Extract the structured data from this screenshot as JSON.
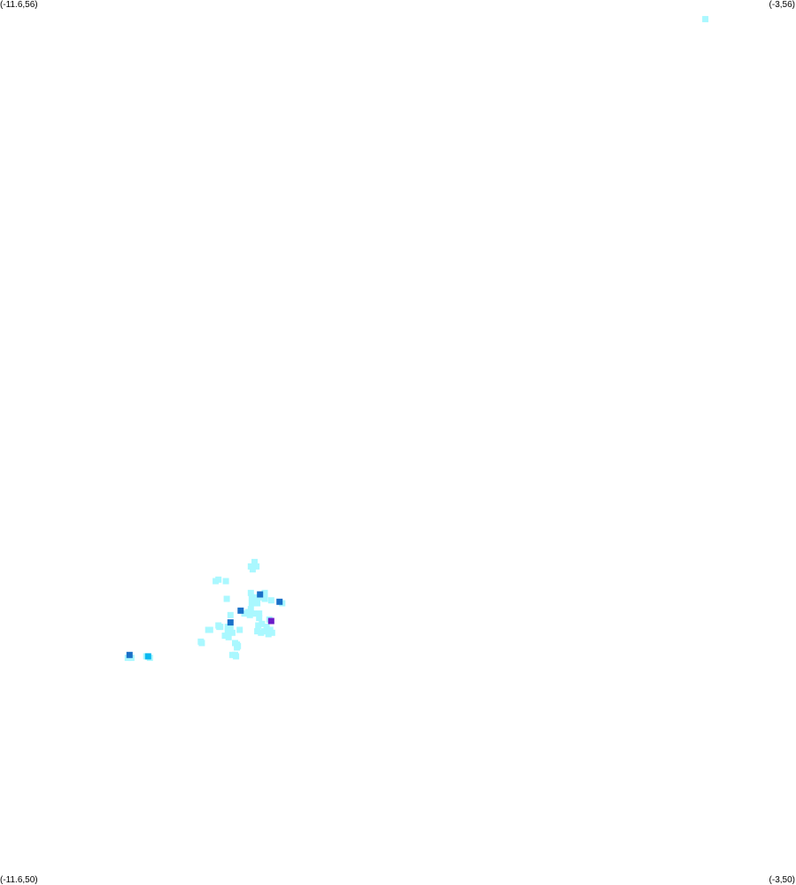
{
  "corners": {
    "top_left": "(-11.6,56)",
    "top_right": "(-3,56)",
    "bottom_left": "(-11.6,50)",
    "bottom_right": "(-3,50)"
  },
  "extent": {
    "lon_min": -11.6,
    "lon_max": -3,
    "lat_min": 50,
    "lat_max": 56
  },
  "colors": {
    "background": "#ffffff",
    "level_low": "#aaf8ff",
    "level_mid": "#0ab8f0",
    "level_high": "#1a70c8",
    "level_max": "#6a1ac8"
  },
  "points": [
    {
      "lon": -3.98,
      "lat": 55.87,
      "level": "low"
    },
    {
      "lon": -8.85,
      "lat": 52.19,
      "level": "low"
    },
    {
      "lon": -8.83,
      "lat": 52.16,
      "level": "low"
    },
    {
      "lon": -8.87,
      "lat": 52.14,
      "level": "low"
    },
    {
      "lon": -8.89,
      "lat": 52.16,
      "level": "low"
    },
    {
      "lon": -9.27,
      "lat": 52.06,
      "level": "low"
    },
    {
      "lon": -9.24,
      "lat": 52.07,
      "level": "low"
    },
    {
      "lon": -9.16,
      "lat": 52.06,
      "level": "low"
    },
    {
      "lon": -8.89,
      "lat": 51.98,
      "level": "low"
    },
    {
      "lon": -8.79,
      "lat": 51.97,
      "level": "high"
    },
    {
      "lon": -8.74,
      "lat": 51.98,
      "level": "low"
    },
    {
      "lon": -8.88,
      "lat": 51.95,
      "level": "low"
    },
    {
      "lon": -8.85,
      "lat": 51.94,
      "level": "low"
    },
    {
      "lon": -8.82,
      "lat": 51.95,
      "level": "low"
    },
    {
      "lon": -8.78,
      "lat": 51.95,
      "level": "low"
    },
    {
      "lon": -8.74,
      "lat": 51.94,
      "level": "low"
    },
    {
      "lon": -8.67,
      "lat": 51.93,
      "level": "low"
    },
    {
      "lon": -8.88,
      "lat": 51.91,
      "level": "low"
    },
    {
      "lon": -8.82,
      "lat": 51.91,
      "level": "low"
    },
    {
      "lon": -8.58,
      "lat": 51.92,
      "level": "high"
    },
    {
      "lon": -8.55,
      "lat": 51.91,
      "level": "low"
    },
    {
      "lon": -9.15,
      "lat": 51.94,
      "level": "low"
    },
    {
      "lon": -8.92,
      "lat": 51.85,
      "level": "low"
    },
    {
      "lon": -8.89,
      "lat": 51.87,
      "level": "low"
    },
    {
      "lon": -8.9,
      "lat": 51.83,
      "level": "low"
    },
    {
      "lon": -8.86,
      "lat": 51.84,
      "level": "low"
    },
    {
      "lon": -8.8,
      "lat": 51.84,
      "level": "low"
    },
    {
      "lon": -9.0,
      "lat": 51.86,
      "level": "high"
    },
    {
      "lon": -8.96,
      "lat": 51.84,
      "level": "low"
    },
    {
      "lon": -9.11,
      "lat": 51.83,
      "level": "low"
    },
    {
      "lon": -8.8,
      "lat": 51.81,
      "level": "low"
    },
    {
      "lon": -8.67,
      "lat": 51.79,
      "level": "max"
    },
    {
      "lon": -8.69,
      "lat": 51.8,
      "level": "low"
    },
    {
      "lon": -8.81,
      "lat": 51.76,
      "level": "low"
    },
    {
      "lon": -8.77,
      "lat": 51.77,
      "level": "low"
    },
    {
      "lon": -8.72,
      "lat": 51.75,
      "level": "low"
    },
    {
      "lon": -8.71,
      "lat": 51.72,
      "level": "low"
    },
    {
      "lon": -8.68,
      "lat": 51.73,
      "level": "low"
    },
    {
      "lon": -8.75,
      "lat": 51.72,
      "level": "low"
    },
    {
      "lon": -8.78,
      "lat": 51.71,
      "level": "low"
    },
    {
      "lon": -8.82,
      "lat": 51.72,
      "level": "low"
    },
    {
      "lon": -8.7,
      "lat": 51.7,
      "level": "low"
    },
    {
      "lon": -8.66,
      "lat": 51.71,
      "level": "low"
    },
    {
      "lon": -9.11,
      "lat": 51.78,
      "level": "high"
    },
    {
      "lon": -9.14,
      "lat": 51.75,
      "level": "low"
    },
    {
      "lon": -9.11,
      "lat": 51.74,
      "level": "low"
    },
    {
      "lon": -9.14,
      "lat": 51.72,
      "level": "low"
    },
    {
      "lon": -9.09,
      "lat": 51.71,
      "level": "low"
    },
    {
      "lon": -9.22,
      "lat": 51.75,
      "level": "low"
    },
    {
      "lon": -9.24,
      "lat": 51.76,
      "level": "low"
    },
    {
      "lon": -9.23,
      "lat": 51.75,
      "level": "low"
    },
    {
      "lon": -9.33,
      "lat": 51.73,
      "level": "low"
    },
    {
      "lon": -9.35,
      "lat": 51.73,
      "level": "low"
    },
    {
      "lon": -9.01,
      "lat": 51.73,
      "level": "low"
    },
    {
      "lon": -9.17,
      "lat": 51.69,
      "level": "low"
    },
    {
      "lon": -9.13,
      "lat": 51.68,
      "level": "low"
    },
    {
      "lon": -9.42,
      "lat": 51.64,
      "level": "low"
    },
    {
      "lon": -9.43,
      "lat": 51.65,
      "level": "low"
    },
    {
      "lon": -9.06,
      "lat": 51.64,
      "level": "low"
    },
    {
      "lon": -9.04,
      "lat": 51.63,
      "level": "low"
    },
    {
      "lon": -9.03,
      "lat": 51.62,
      "level": "low"
    },
    {
      "lon": -9.04,
      "lat": 51.61,
      "level": "low"
    },
    {
      "lon": -9.09,
      "lat": 51.56,
      "level": "low"
    },
    {
      "lon": -9.05,
      "lat": 51.55,
      "level": "low"
    },
    {
      "lon": -9.06,
      "lat": 51.56,
      "level": "low"
    },
    {
      "lon": -10.2,
      "lat": 51.56,
      "level": "high"
    },
    {
      "lon": -10.18,
      "lat": 51.54,
      "level": "low"
    },
    {
      "lon": -10.22,
      "lat": 51.54,
      "level": "low"
    },
    {
      "lon": -10.0,
      "lat": 51.55,
      "level": "mid"
    },
    {
      "lon": -9.98,
      "lat": 51.54,
      "level": "low"
    },
    {
      "lon": -10.02,
      "lat": 51.55,
      "level": "low"
    }
  ]
}
